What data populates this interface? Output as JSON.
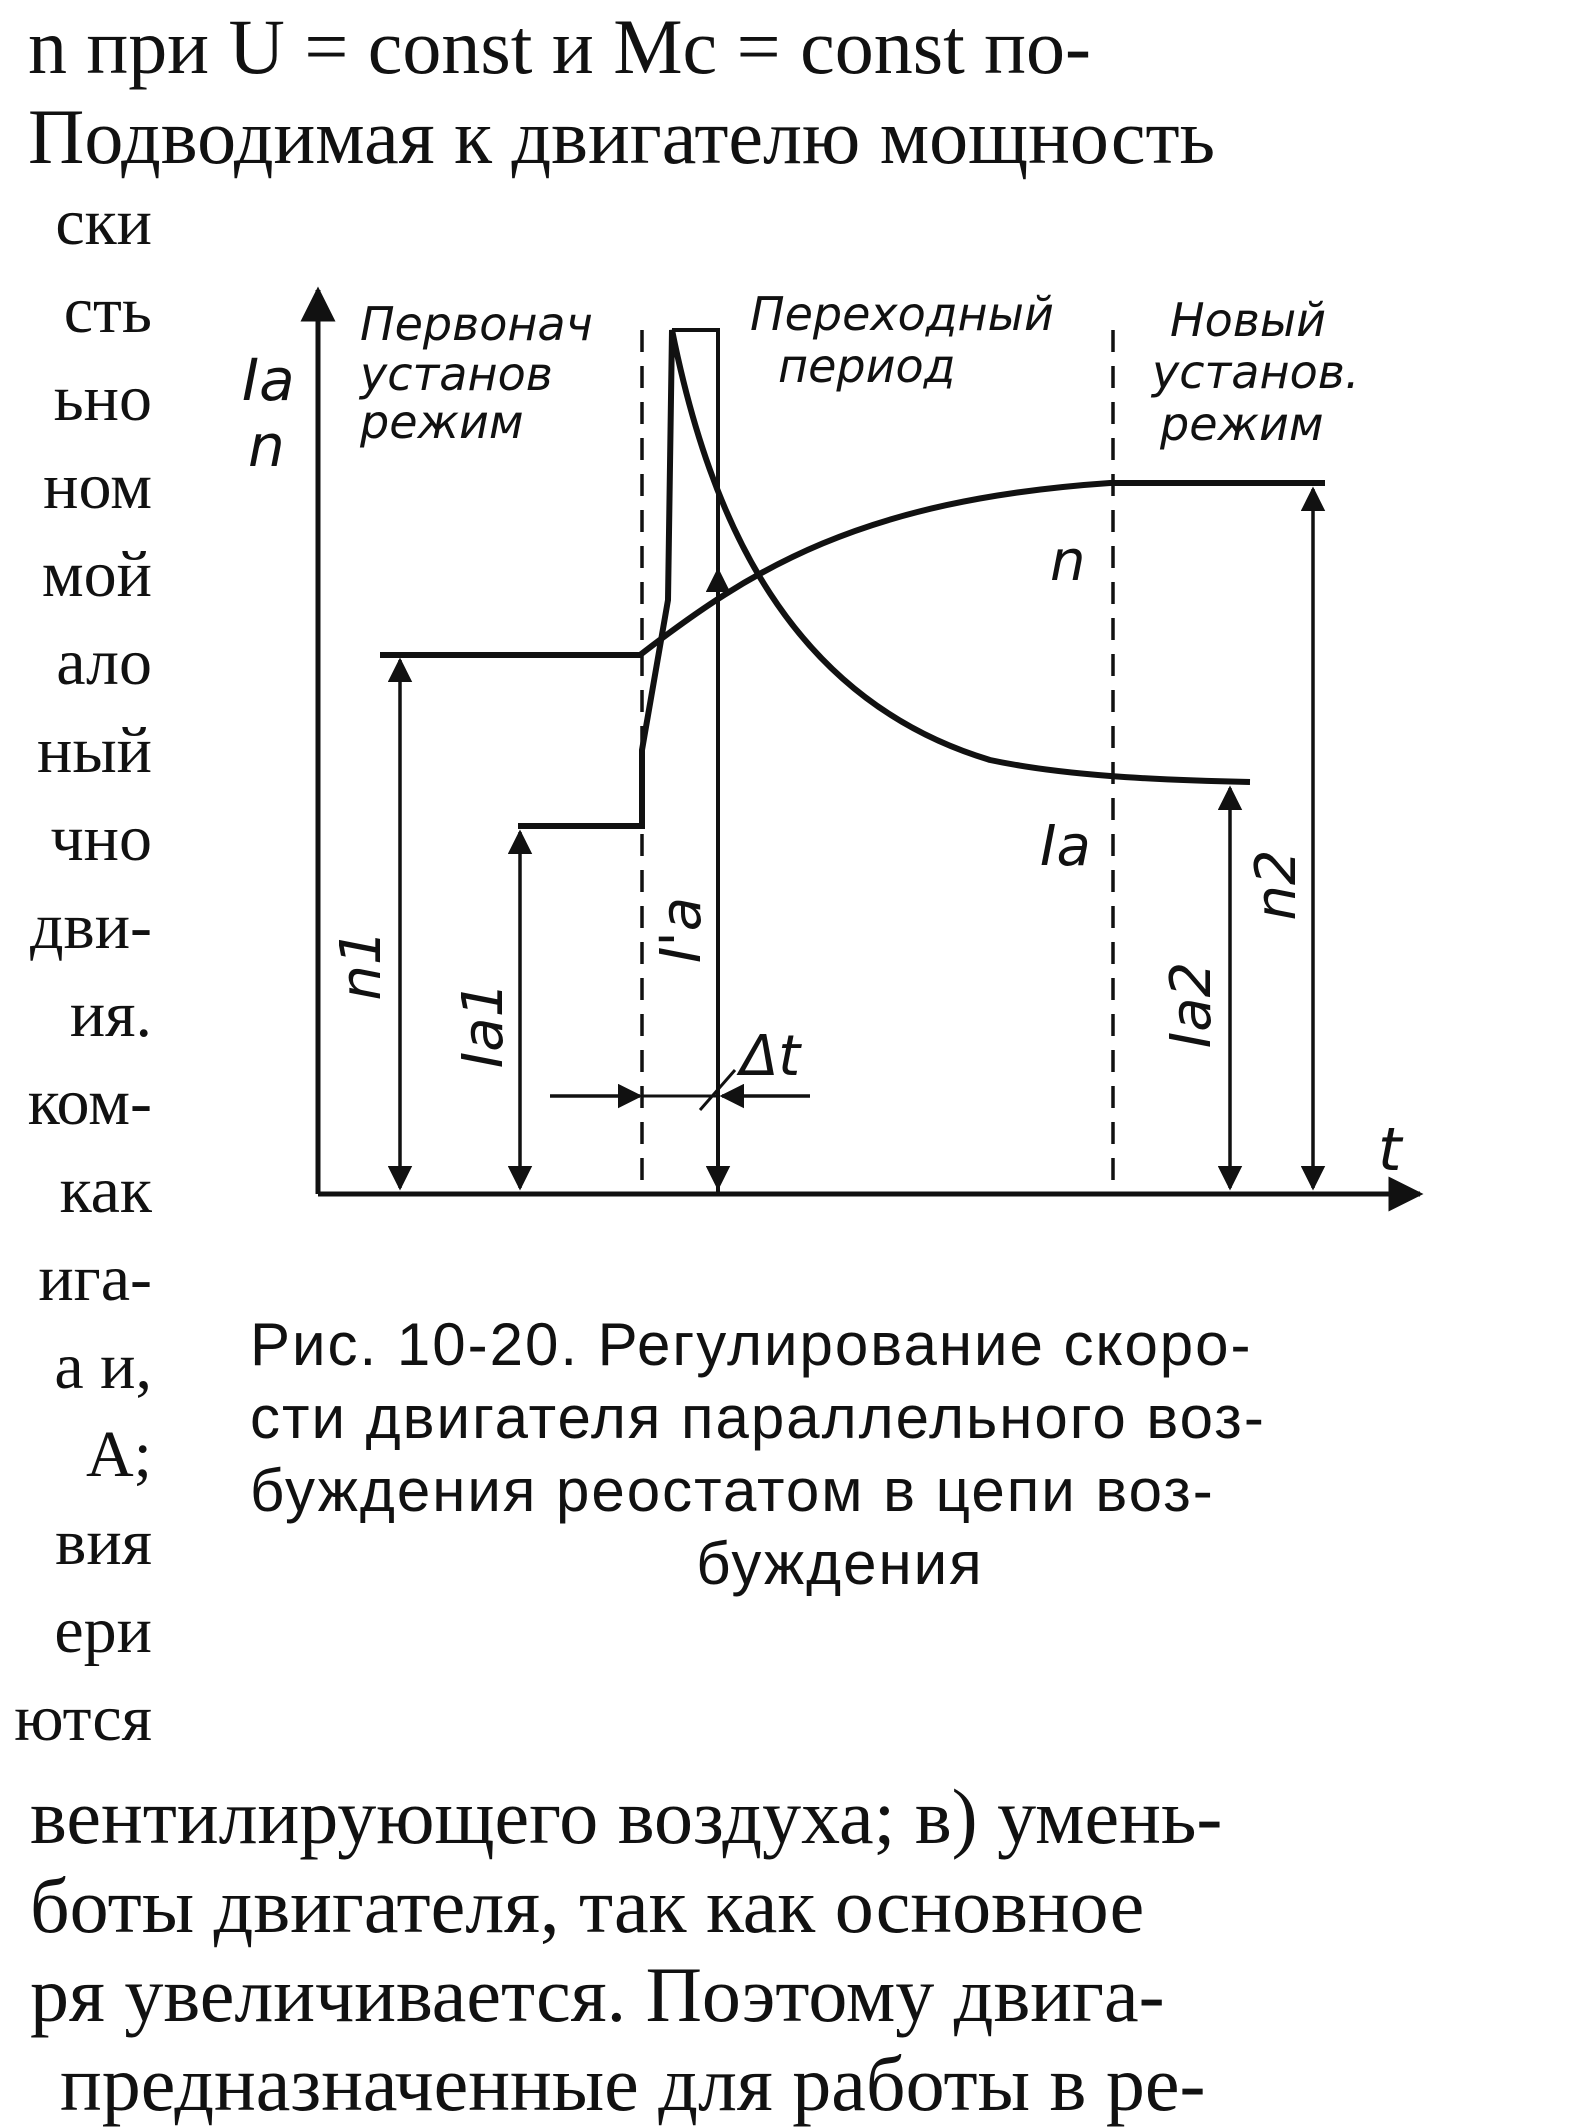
{
  "text": {
    "top_lines": [
      "n при U = const и Mс = const по-",
      "Подводимая к двигателю мощность"
    ],
    "side_fragments": [
      "ски",
      "сть",
      "ьно",
      "ном",
      "мой",
      "ало",
      "ный",
      "чно",
      "дви-",
      "ия.",
      "ком-",
      "как",
      "ига-",
      "а и,",
      "A;",
      "вия",
      "ери",
      "ются"
    ],
    "bottom_lines": [
      "вентилирующего воздуха; в) умень-",
      "боты двигателя, так как основное",
      "ря увеличивается. Поэтому двига-",
      "предназначенные для работы в ре-"
    ]
  },
  "figure": {
    "region_labels": [
      [
        "Первонач",
        "установ",
        "режим"
      ],
      [
        "Переходный",
        "период"
      ],
      [
        "Новый",
        "установ.",
        "режим"
      ]
    ],
    "y_axis_labels": [
      "Ia",
      "n"
    ],
    "x_axis_label": "t",
    "curve_labels": {
      "speed": "n",
      "current": "Ia"
    },
    "dimension_labels": {
      "n1": "n1",
      "ia1": "Ia1",
      "ia_prime": "I'a",
      "delta_t": "Δt",
      "ia2": "Ia2",
      "n2": "n2"
    },
    "caption": [
      "Рис. 10-20. Регулирование скоро-",
      "сти двигателя параллельного воз-",
      "буждения реостатом в цепи воз-",
      "буждения"
    ]
  }
}
